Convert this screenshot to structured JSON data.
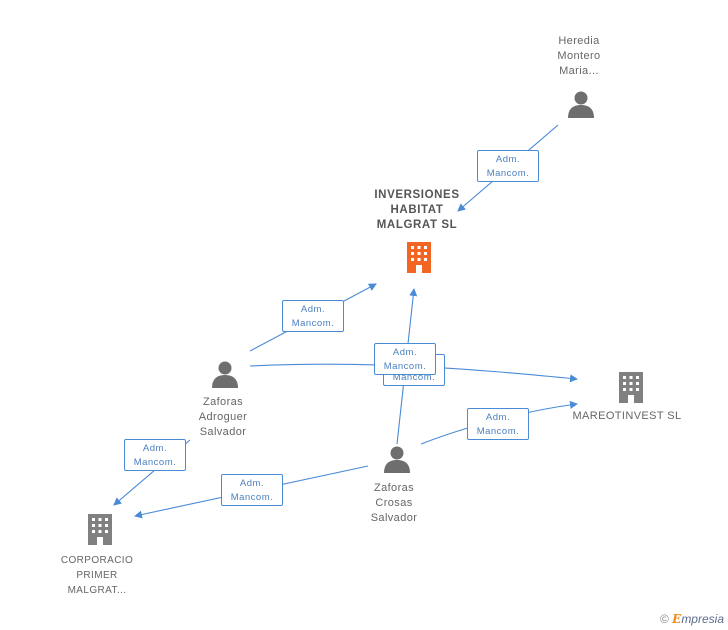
{
  "nodes": {
    "heredia": {
      "lines": [
        "Heredia",
        "Montero",
        "Maria..."
      ]
    },
    "inversiones": {
      "lines": [
        "INVERSIONES",
        "HABITAT",
        "MALGRAT SL"
      ]
    },
    "zaforas_adroguer": {
      "lines": [
        "Zaforas",
        "Adroguer",
        "Salvador"
      ]
    },
    "mareotinvest": {
      "lines": [
        "MAREOTINVEST SL"
      ]
    },
    "zaforas_crosas": {
      "lines": [
        "Zaforas",
        "Crosas",
        "Salvador"
      ]
    },
    "corporacio": {
      "lines": [
        "CORPORACIO",
        "PRIMER",
        "MALGRAT..."
      ]
    }
  },
  "edge_label": {
    "line1": "Adm.",
    "line2": "Mancom."
  },
  "colors": {
    "edge": "#4a8bd6",
    "company": "#808080",
    "main_company": "#f26522",
    "person": "#6e6e6e"
  },
  "footer": {
    "copyright": "©",
    "brand_first": "E",
    "brand_rest": "mpresia"
  }
}
